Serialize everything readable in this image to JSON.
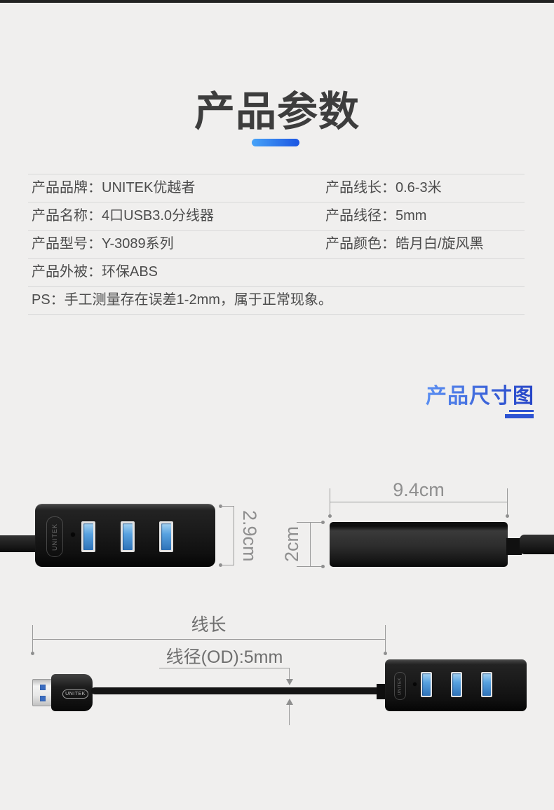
{
  "header": {
    "title": "产品参数"
  },
  "spec_table": {
    "rows": [
      {
        "left": "产品品牌：UNITEK优越者",
        "right": "产品线长：0.6-3米"
      },
      {
        "left": "产品名称：4口USB3.0分线器",
        "right": "产品线径：5mm"
      },
      {
        "left": "产品型号：Y-3089系列",
        "right": "产品颜色：皓月白/旋风黑"
      },
      {
        "left": "产品外被：环保ABS",
        "right": ""
      },
      {
        "left": "PS：手工测量存在误差1-2mm，属于正常现象。",
        "right": ""
      }
    ]
  },
  "size_section": {
    "title": "产品尺寸图",
    "front_view": {
      "height_label": "2.9cm"
    },
    "side_view": {
      "width_label": "9.4cm",
      "height_label": "2cm"
    },
    "cable_view": {
      "length_label": "线长",
      "diameter_label": "线径(OD):5mm"
    }
  },
  "device": {
    "brand": "UNITEK",
    "port_count": 3
  },
  "colors": {
    "background": "#f0efee",
    "top_strip": "#222222",
    "title_text": "#3d3d3d",
    "accent_blue_from": "#47a3f8",
    "accent_blue_to": "#1b55e2",
    "section_blue_from": "#5b8ff2",
    "section_blue_to": "#2443c6",
    "table_text": "#4c4c4c",
    "divider": "#d9d9d9",
    "annotation_gray": "#8f8f8f",
    "usb_blue": "#58a2e0"
  }
}
